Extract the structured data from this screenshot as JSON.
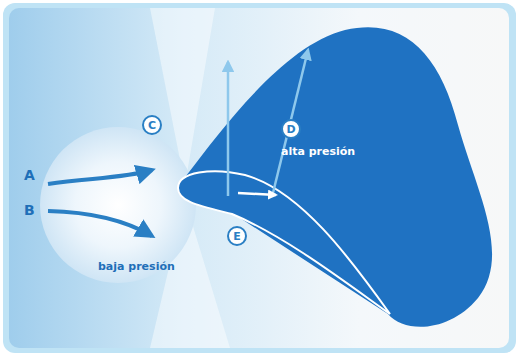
{
  "diagram": {
    "nodes": [
      {
        "text": [
          "C"
        ]
      },
      {
        "text": [
          "D"
        ]
      },
      {
        "text": [
          "E"
        ]
      }
    ],
    "labels": [
      "A",
      "B",
      "alta presión",
      "baja presión"
    ]
  }
}
